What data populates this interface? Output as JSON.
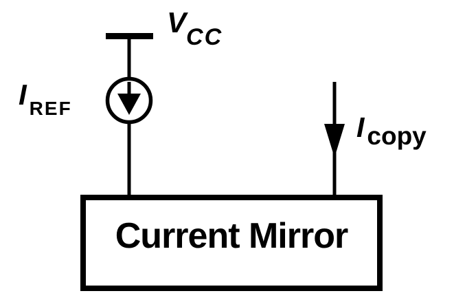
{
  "diagram": {
    "type": "circuit-block-diagram",
    "description": "Current mirror block diagram with VCC supply rail, reference current source and copied output current",
    "labels": {
      "vcc": {
        "base": "V",
        "sub": "CC"
      },
      "iref": {
        "base": "I",
        "sub": "REF"
      },
      "icopy": {
        "base": "I",
        "sub": "copy"
      }
    },
    "box_label": "Current Mirror",
    "colors": {
      "ink": "#000000",
      "background": "#ffffff"
    }
  }
}
